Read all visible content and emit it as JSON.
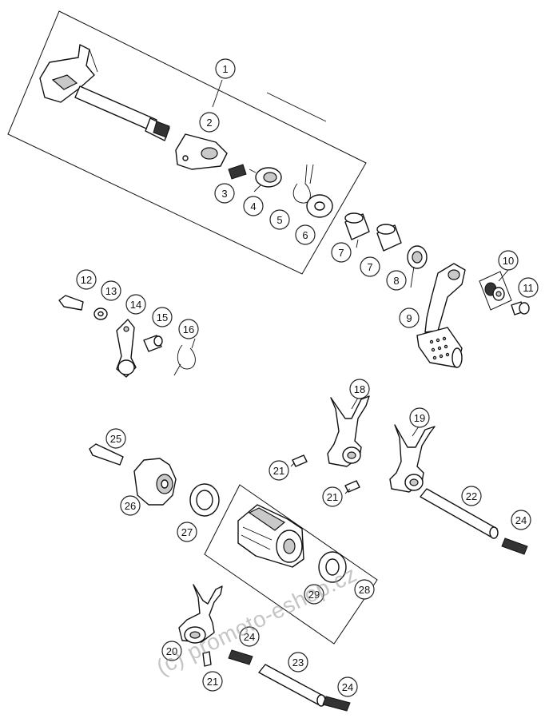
{
  "callouts": {
    "p1": "1",
    "p2": "2",
    "p3": "3",
    "p4": "4",
    "p5": "5",
    "p6": "6",
    "p7a": "7",
    "p7b": "7",
    "p8": "8",
    "p9": "9",
    "p10": "10",
    "p11": "11",
    "p12": "12",
    "p13": "13",
    "p14": "14",
    "p15": "15",
    "p16": "16",
    "p18": "18",
    "p19": "19",
    "p20": "20",
    "p21a": "21",
    "p21b": "21",
    "p21c": "21",
    "p22": "22",
    "p23": "23",
    "p24a": "24",
    "p24b": "24",
    "p24c": "24",
    "p25": "25",
    "p26": "26",
    "p27": "27",
    "p28": "28",
    "p29": "29"
  },
  "watermark": "(c) promoto-eshop.cz"
}
